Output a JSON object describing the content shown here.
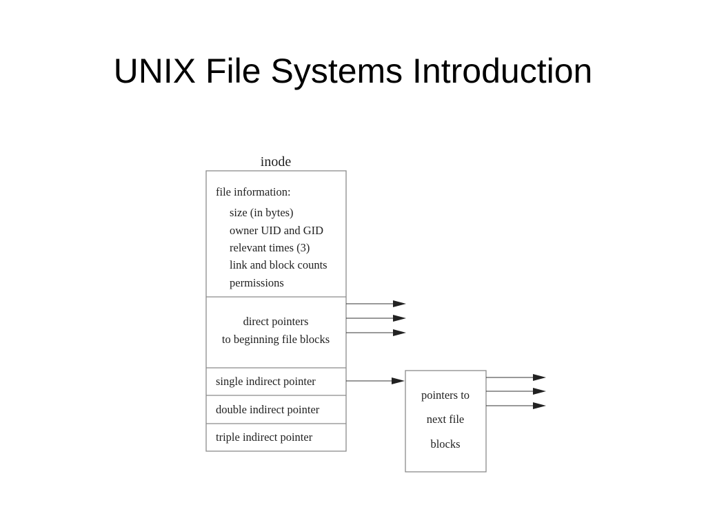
{
  "slide": {
    "title": "UNIX File Systems Introduction"
  },
  "diagram": {
    "inode_title": "inode",
    "file_info": {
      "heading": "file information:",
      "items": [
        "size (in bytes)",
        "owner UID and GID",
        "relevant times (3)",
        "link and block counts",
        "permissions"
      ]
    },
    "direct_pointers": {
      "line1": "direct pointers",
      "line2": "to beginning file blocks"
    },
    "single_indirect": "single indirect pointer",
    "double_indirect": "double indirect pointer",
    "triple_indirect": "triple indirect pointer",
    "pointer_block": {
      "line1": "pointers to",
      "line2": "next file",
      "line3": "blocks"
    }
  }
}
